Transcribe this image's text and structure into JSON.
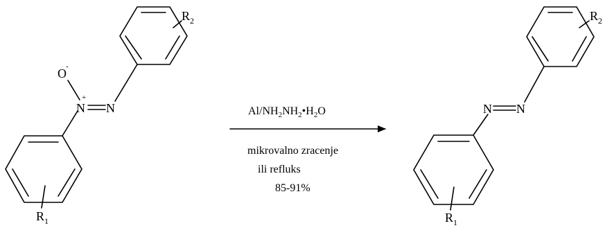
{
  "reactant": {
    "r1": "R",
    "r1_index": "1",
    "r2": "R",
    "r2_index": "2",
    "n_left": "N",
    "n_right": "N",
    "n_charge": "+",
    "oxygen": "O",
    "o_charge": "-"
  },
  "product": {
    "r1": "R",
    "r1_index": "1",
    "r2": "R",
    "r2_index": "2",
    "n_left": "N",
    "n_right": "N"
  },
  "conditions": {
    "reagent": {
      "p1": "Al/NH",
      "s1": "2",
      "p2": "NH",
      "s2": "2",
      "p3": "•H",
      "s3": "2",
      "p4": "O"
    },
    "line1": "mikrovalno zracenje",
    "line2": "ili refluks",
    "yield": "85-91%"
  }
}
